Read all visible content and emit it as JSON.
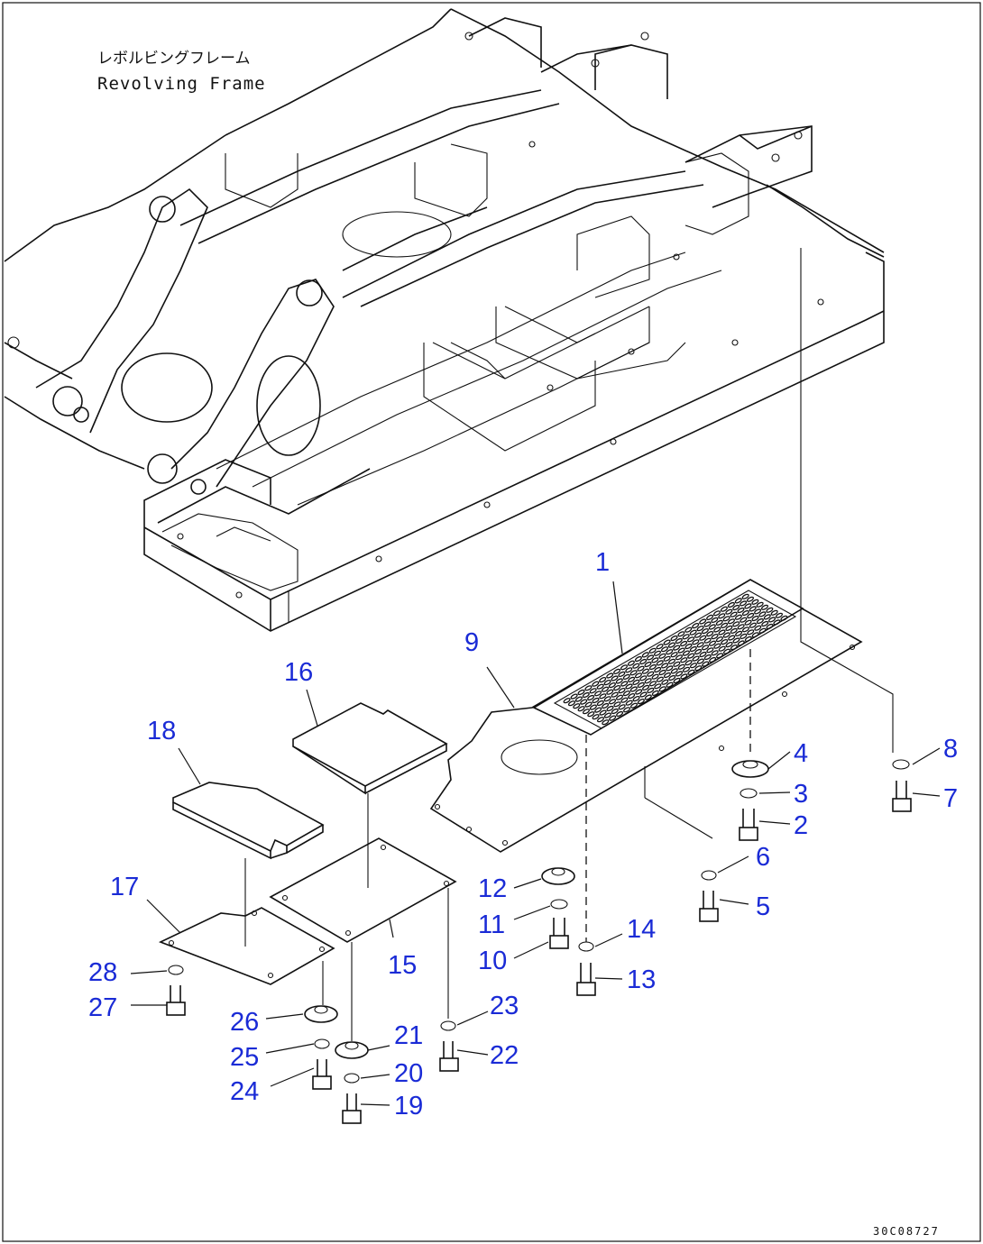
{
  "frame_label_jp": "レボルビングフレーム",
  "frame_label_en": "Revolving Frame",
  "drawing_code": "30C08727",
  "callouts": [
    "1",
    "2",
    "3",
    "4",
    "5",
    "6",
    "7",
    "8",
    "9",
    "10",
    "11",
    "12",
    "13",
    "14",
    "15",
    "16",
    "17",
    "18",
    "19",
    "20",
    "21",
    "22",
    "23",
    "24",
    "25",
    "26",
    "27",
    "28"
  ],
  "colors": {
    "callout": "#1a2bd6",
    "line": "#111111",
    "background": "#ffffff"
  }
}
